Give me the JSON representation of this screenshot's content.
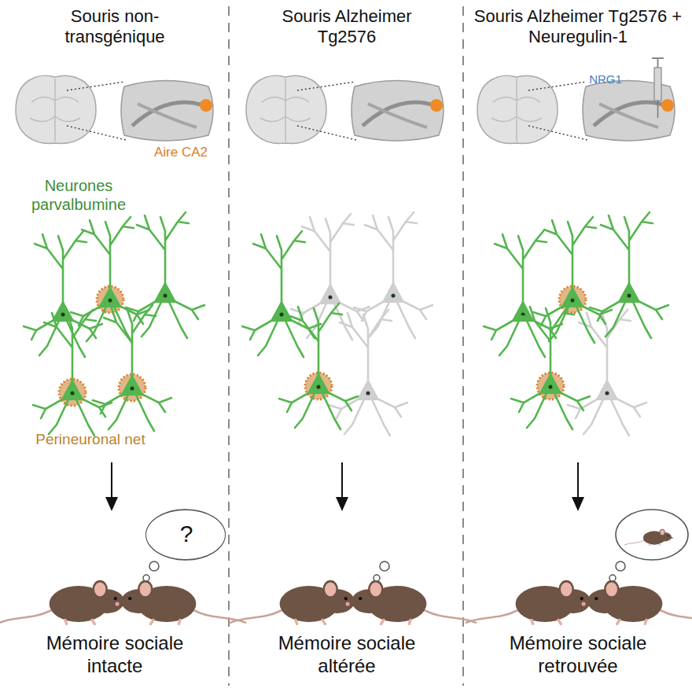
{
  "diagram": {
    "nodes": [
      {
        "text": [
          "Souris non-transgénique",
          "Mémoire sociale intacte"
        ]
      },
      {
        "text": [
          "Souris Alzheimer Tg2576",
          "Mémoire sociale altérée"
        ]
      },
      {
        "text": [
          "Souris Alzheimer Tg2576 + Neuregulin-1",
          "Mémoire sociale retrouvée"
        ]
      },
      {
        "text": [
          "?"
        ],
        "in": 1
      }
    ],
    "labels": [
      "Aire CA2",
      "NRG1",
      "Neurones parvalbumine",
      "Perineuronal net"
    ]
  }
}
